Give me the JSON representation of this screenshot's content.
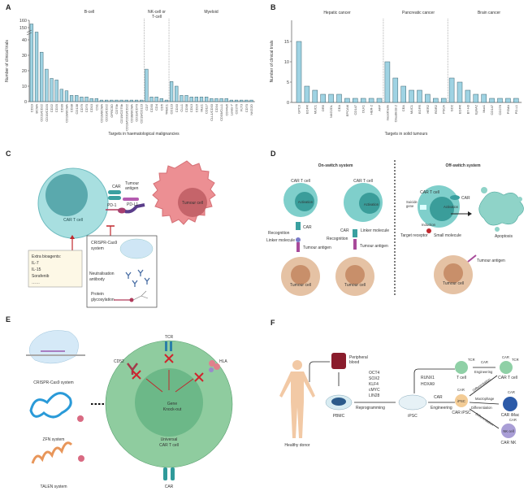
{
  "panels": {
    "a": "A",
    "b": "B",
    "c": "C",
    "d": "D",
    "e": "E",
    "f": "F"
  },
  "chart_data": [
    {
      "type": "bar",
      "title": "",
      "xlabel": "Targets in haematological malignancies",
      "ylabel": "Number of clinical trials",
      "ylim": [
        0,
        160
      ],
      "axis_break": [
        45,
        150
      ],
      "yticks": [
        0,
        10,
        20,
        30,
        40,
        150,
        160
      ],
      "groups": [
        "B-cell",
        "NK-cell or T-cell",
        "Myeloid"
      ],
      "categories": [
        "CD19",
        "BCMA",
        "CD19/CD22",
        "CD19/CD20",
        "CD22",
        "CD20",
        "CD30",
        "CD19/BCMA",
        "CD38",
        "CD138",
        "CD79",
        "CD70",
        "CD10",
        "CS1",
        "CD19/BCMA",
        "CD20/CD22",
        "GPRC5D",
        "CD79b",
        "CD19/CD79b",
        "CD19/CD20/CD22",
        "CD38/BCMA",
        "CD19/CD70",
        "CD19/CD123",
        "CD7",
        "CD30",
        "CD4",
        "CD5",
        "TRBC1",
        "CD123",
        "CD33",
        "CLL1",
        "CD38",
        "CD13",
        "CD16",
        "Muc1",
        "CD117",
        "CLL1/CD33",
        "CD34",
        "CD33/CLL1",
        "CD44v6",
        "Lewis-Y",
        "CD276",
        "FLT3",
        "CD70",
        "NKG2D"
      ],
      "group_index": [
        0,
        0,
        0,
        0,
        0,
        0,
        0,
        0,
        0,
        0,
        0,
        0,
        0,
        0,
        0,
        0,
        0,
        0,
        0,
        0,
        0,
        0,
        0,
        1,
        1,
        1,
        1,
        1,
        2,
        2,
        2,
        2,
        2,
        2,
        2,
        2,
        2,
        2,
        2,
        2,
        2,
        2,
        2,
        2,
        2
      ],
      "values": [
        155,
        45,
        32,
        21,
        15,
        14,
        8,
        7,
        4,
        4,
        3,
        3,
        2,
        2,
        1,
        1,
        1,
        1,
        1,
        1,
        1,
        1,
        1,
        21,
        3,
        3,
        2,
        1,
        13,
        10,
        4,
        4,
        3,
        3,
        3,
        3,
        2,
        2,
        2,
        2,
        1,
        1,
        1,
        1,
        1
      ]
    },
    {
      "type": "bar",
      "title": "",
      "xlabel": "Targets in solid tumours",
      "ylabel": "Number of clinical trials",
      "ylim": [
        0,
        20
      ],
      "yticks": [
        0,
        5,
        10,
        15
      ],
      "groups": [
        "Hepatic cancer",
        "Pancreatic cancer",
        "Brain cancer"
      ],
      "categories": [
        "GPC3",
        "EGFR",
        "MUC1",
        "DR5",
        "NKG2DL",
        "CEA",
        "EPCAM",
        "CD147",
        "DLK1",
        "HER-2",
        "AFP",
        "mesothelin",
        "Claudin18.2",
        "CEA",
        "MUC1",
        "EGFR",
        "HER2",
        "ROR2",
        "PSCA",
        "GD2",
        "EGFR",
        "B7-H3",
        "EphA2",
        "Muc1",
        "CD147",
        "CD276",
        "PSMA",
        "PD-L1"
      ],
      "group_index": [
        0,
        0,
        0,
        0,
        0,
        0,
        0,
        0,
        0,
        0,
        0,
        1,
        1,
        1,
        1,
        1,
        1,
        1,
        1,
        2,
        2,
        2,
        2,
        2,
        2,
        2,
        2,
        2
      ],
      "values": [
        15,
        4,
        3,
        2,
        2,
        2,
        1,
        1,
        1,
        1,
        1,
        10,
        6,
        4,
        3,
        3,
        2,
        1,
        1,
        6,
        5,
        3,
        2,
        2,
        1,
        1,
        1,
        1
      ]
    }
  ],
  "c": {
    "car_t_cell": "CAR T cell",
    "tumour_cell": "Tumour cell",
    "car": "CAR",
    "tumour_antigen_1": "Tumour",
    "tumour_antigen_2": "antigen",
    "pd1": "PD-1",
    "pdl1": "PD-L1",
    "bioagents": [
      "Extra bioagents:",
      "IL-7",
      "IL-15",
      "Sorafenib",
      "……"
    ],
    "crispr_1": "CRISPR-Cas9",
    "crispr_2": "system",
    "neut_1": "Neutralisation",
    "neut_2": "antibody",
    "glyco_1": "Protein",
    "glyco_2": "glycosylation"
  },
  "d": {
    "on_switch": "On-switch system",
    "off_switch": "Off-switch system",
    "car_t_cell": "CAR T cell",
    "activation": "Activation",
    "car": "CAR",
    "recognition": "Recognition",
    "linker": "Linker molecule",
    "tumour_antigen": "Tumour antigen",
    "tumour_cell": "Tumour cell",
    "suicide_1": "Suicide",
    "suicide_2": "gene",
    "induction": "Induction",
    "target_receptor": "Target receptor",
    "small_molecule": "Small molecule",
    "apoptosis": "Apoptosis"
  },
  "e": {
    "crispr": "CRISPR-Cas9 system",
    "zfn": "ZFN system",
    "talen": "TALEN system",
    "tcr": "TCR",
    "cd52": "CD52",
    "hla": "HLA",
    "gene_1": "Gene",
    "gene_2": "Knock-out",
    "universal_1": "Universal",
    "universal_2": "CAR T cell",
    "car": "CAR"
  },
  "f": {
    "healthy_donor": "Healthy donor",
    "peripheral_1": "Peripheral",
    "peripheral_2": "blood",
    "pbmc": "PBMC",
    "factors": [
      "OCT4",
      "SOX2",
      "KLF4",
      "cMYC",
      "LIN28"
    ],
    "reprogramming": "Reprogramming",
    "ipsc": "iPSC",
    "runx1": "RUNX1",
    "hoxa9": "HOXA9",
    "tcr": "TCR",
    "car": "CAR",
    "t_cell": "T cell",
    "engineering": "Engineering",
    "car_t_cell": "CAR T cell",
    "ipsc_cell": "iPSC",
    "car_ipsc": "CAR iPSC",
    "differentiation": "Differentiation",
    "macrophage": "Macrophage",
    "car_imac": "CAR iMac",
    "nk_cell": "NK cell",
    "car_nk": "CAR NK"
  },
  "colors": {
    "bar": "#9fd3e3",
    "bar_stroke": "#3d6470",
    "car_t": "#8fd3d2",
    "tumour": "#ec8f93",
    "tumour_d": "#e5c2a4",
    "universal": "#8fcc9f"
  }
}
